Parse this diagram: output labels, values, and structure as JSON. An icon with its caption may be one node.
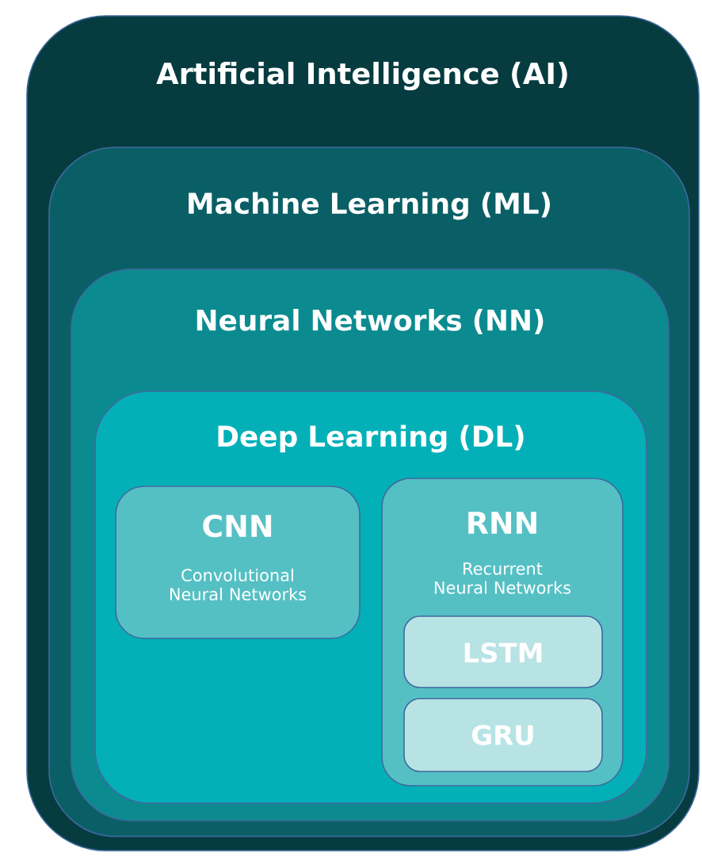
{
  "diagram": {
    "nodes": [
      {
        "text": [
          "Artificial Intelligence (AI)"
        ]
      },
      {
        "text": [
          "Machine Learning (ML)"
        ],
        "in": 0
      },
      {
        "text": [
          "Neural Networks (NN)"
        ],
        "in": 1
      },
      {
        "text": [
          "Deep Learning (DL)"
        ],
        "in": 2
      },
      {
        "text": [
          "CNN",
          "Convolutional Neural Networks"
        ],
        "in": 3
      },
      {
        "text": [
          "RNN",
          "Recurrent Neural Networks"
        ],
        "in": 3
      },
      {
        "text": [
          "LSTM"
        ],
        "in": 5
      },
      {
        "text": [
          "GRU"
        ],
        "in": 5
      }
    ]
  }
}
